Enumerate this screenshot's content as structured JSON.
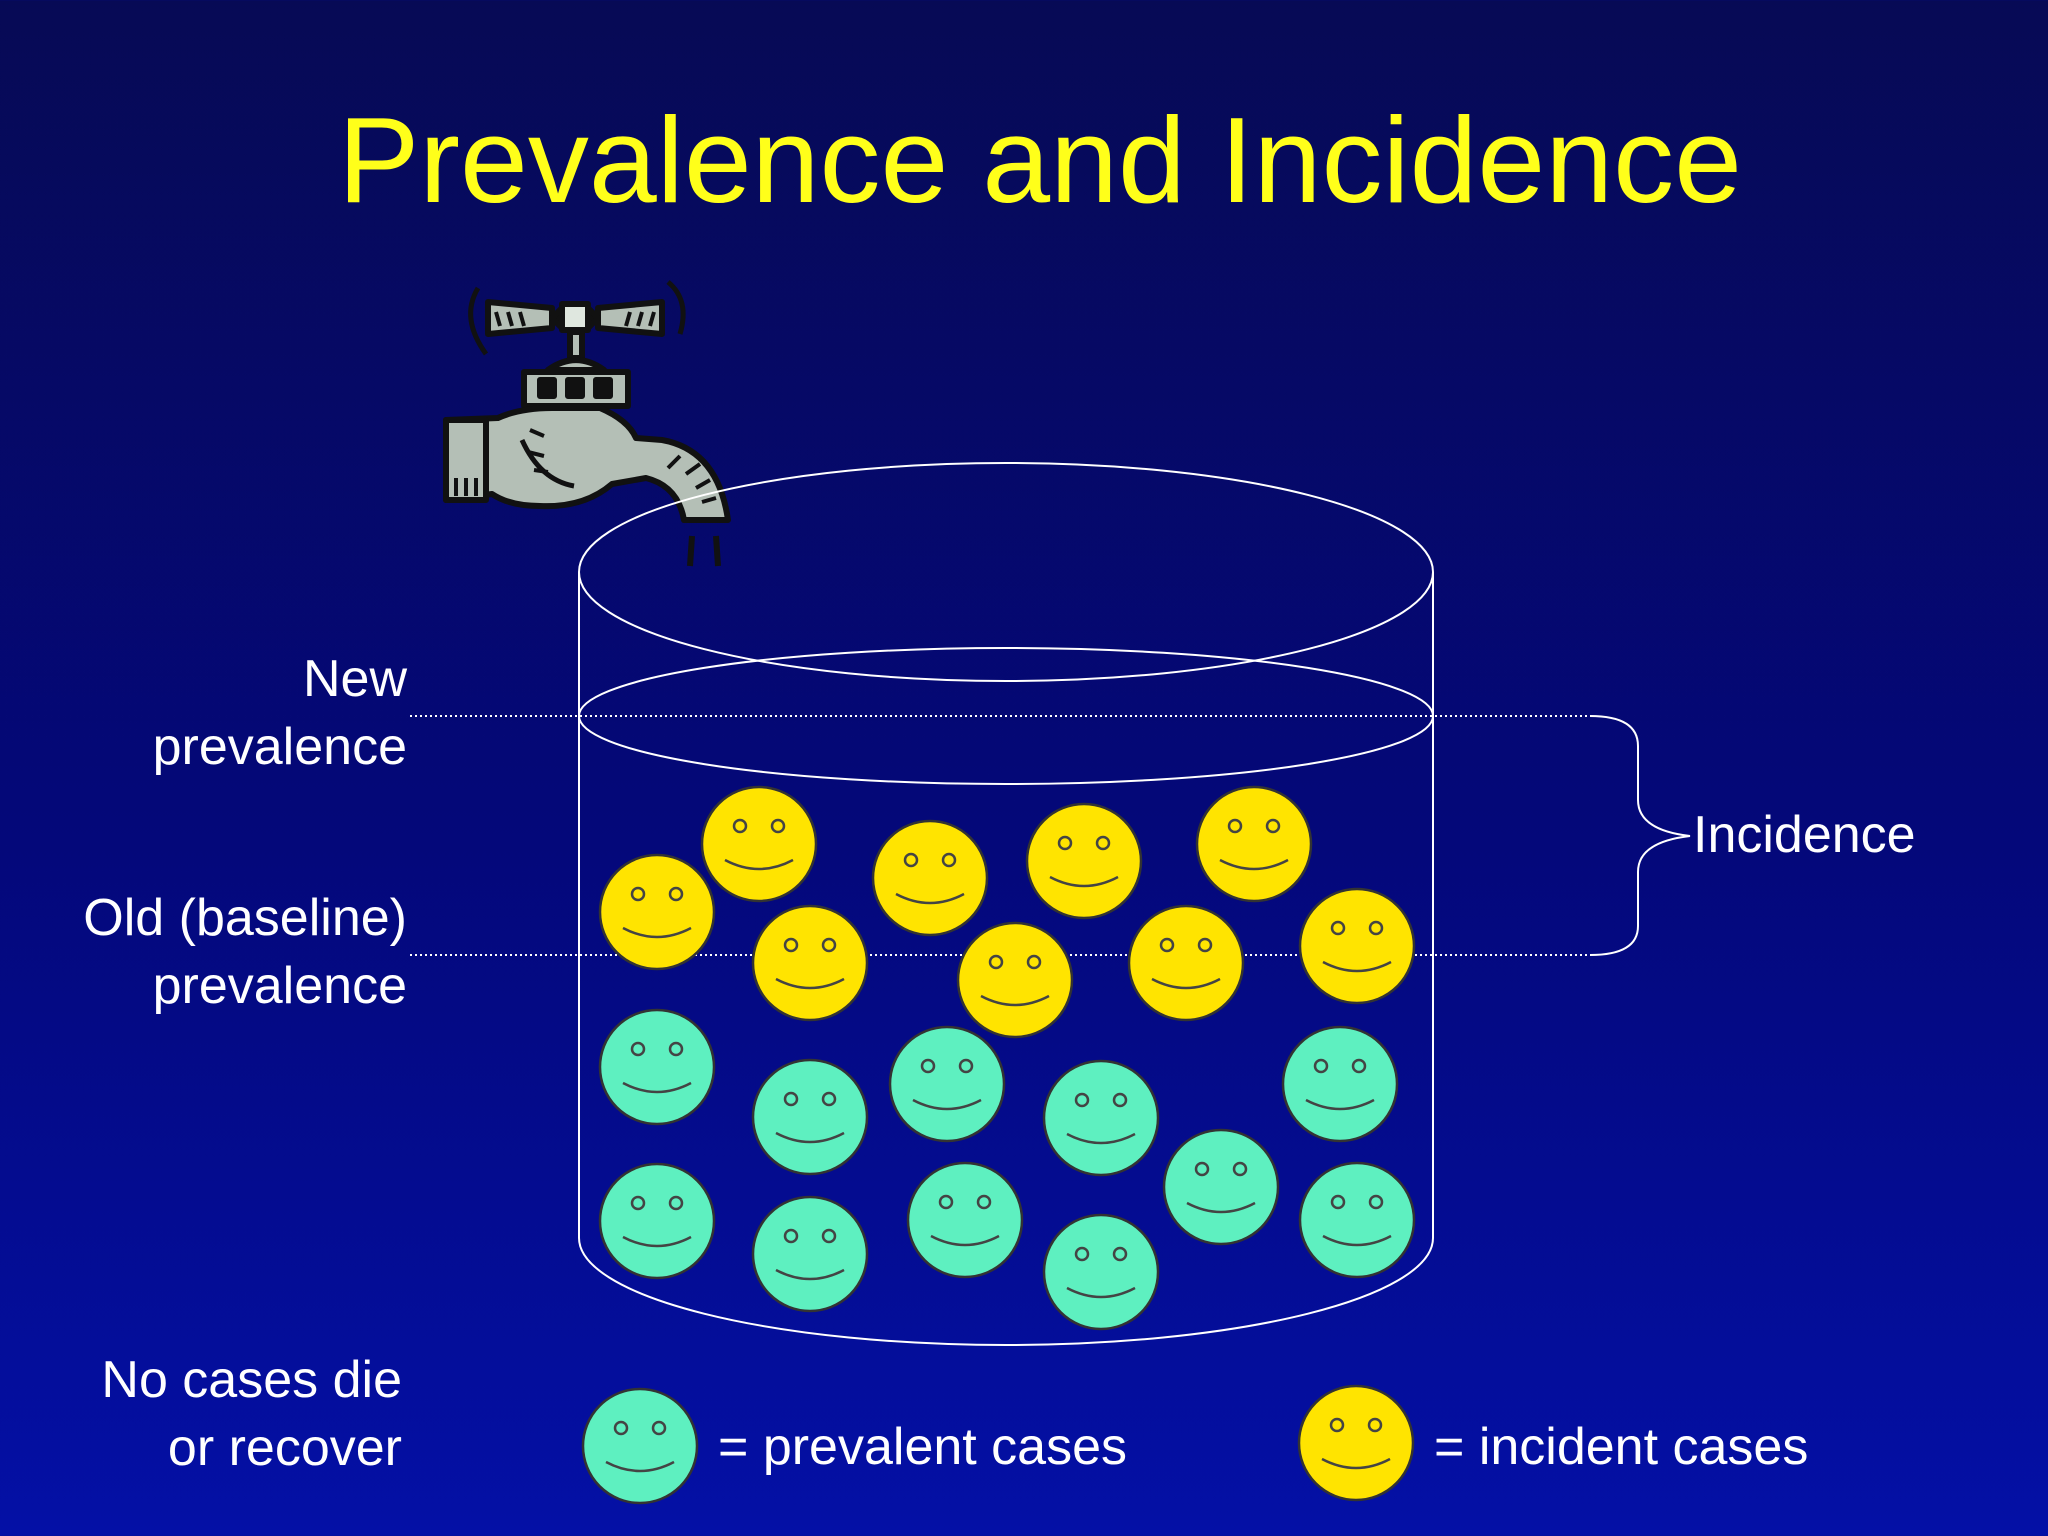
{
  "slide": {
    "title": "Prevalence and Incidence"
  },
  "labels": {
    "new_prevalence_line1": "New",
    "new_prevalence_line2": "prevalence",
    "old_prevalence_line1": "Old (baseline)",
    "old_prevalence_line2": "prevalence",
    "incidence": "Incidence",
    "no_cases_line1": "No cases die",
    "no_cases_line2": "or recover"
  },
  "legend": {
    "prevalent": "= prevalent cases",
    "incident": "= incident cases"
  },
  "colors": {
    "background": "#04087a",
    "title": "#ffff1a",
    "prevalent_case": "#5ef0c0",
    "incident_case": "#ffe400",
    "outline": "#ffffff"
  },
  "case_counts": {
    "incident_cases_shown": 10,
    "prevalent_cases_shown": 12
  }
}
